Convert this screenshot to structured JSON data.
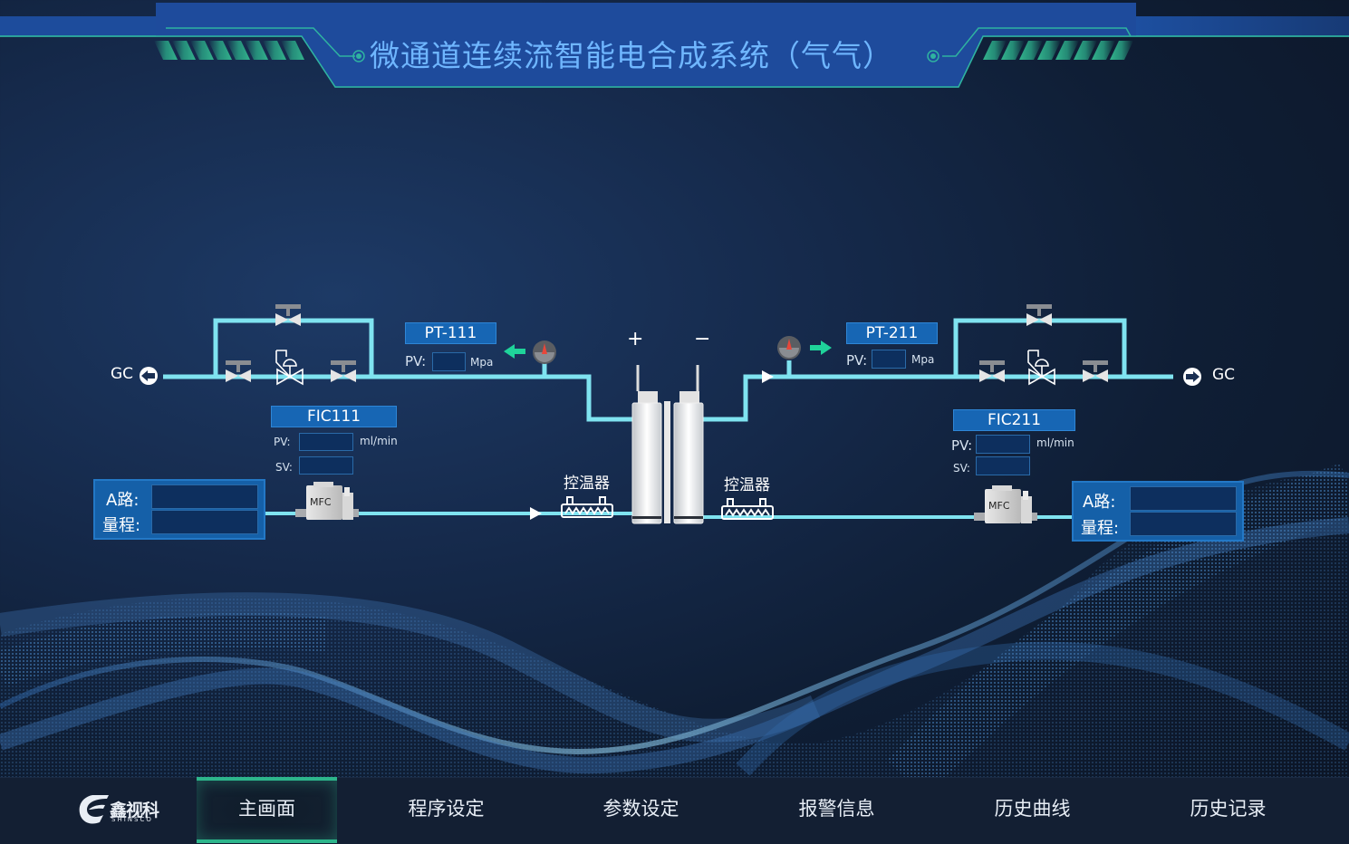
{
  "header": {
    "title": "微通道连续流智能电合成系统（气气）"
  },
  "diagram": {
    "left": {
      "gc_label": "GC",
      "pressure_tag": "PT-111",
      "pressure_pv_label": "PV:",
      "pressure_pv_value": "",
      "pressure_unit": "Mpa",
      "flow_tag": "FIC111",
      "flow_pv_label": "PV:",
      "flow_pv_value": "",
      "flow_sv_label": "SV:",
      "flow_sv_value": "",
      "flow_unit": "ml/min",
      "mfc_label": "MFC",
      "heater_label": "控温器",
      "panel": {
        "route_label": "A路:",
        "route_value": "",
        "range_label": "量程:",
        "range_value": ""
      }
    },
    "right": {
      "gc_label": "GC",
      "pressure_tag": "PT-211",
      "pressure_pv_label": "PV:",
      "pressure_pv_value": "",
      "pressure_unit": "Mpa",
      "flow_tag": "FIC211",
      "flow_pv_label": "PV:",
      "flow_pv_value": "",
      "flow_sv_label": "SV:",
      "flow_sv_value": "",
      "flow_unit": "ml/min",
      "mfc_label": "MFC",
      "heater_label": "控温器",
      "panel": {
        "route_label": "A路:",
        "route_value": "",
        "range_label": "量程:",
        "range_value": ""
      }
    },
    "cell": {
      "positive_label": "+",
      "negative_label": "−"
    },
    "colors": {
      "pipe": "#7fe3f0",
      "flow_arrow": "#1fd39a",
      "tag_bg": "#1766b4",
      "gauge_needle": "#e8473a"
    }
  },
  "nav": {
    "logo_text": "鑫视科",
    "logo_sub": "SHINSCO",
    "items": [
      {
        "label": "主画面",
        "active": true
      },
      {
        "label": "程序设定",
        "active": false
      },
      {
        "label": "参数设定",
        "active": false
      },
      {
        "label": "报警信息",
        "active": false
      },
      {
        "label": "历史曲线",
        "active": false
      },
      {
        "label": "历史记录",
        "active": false
      }
    ],
    "active_color": "#2db58b"
  }
}
